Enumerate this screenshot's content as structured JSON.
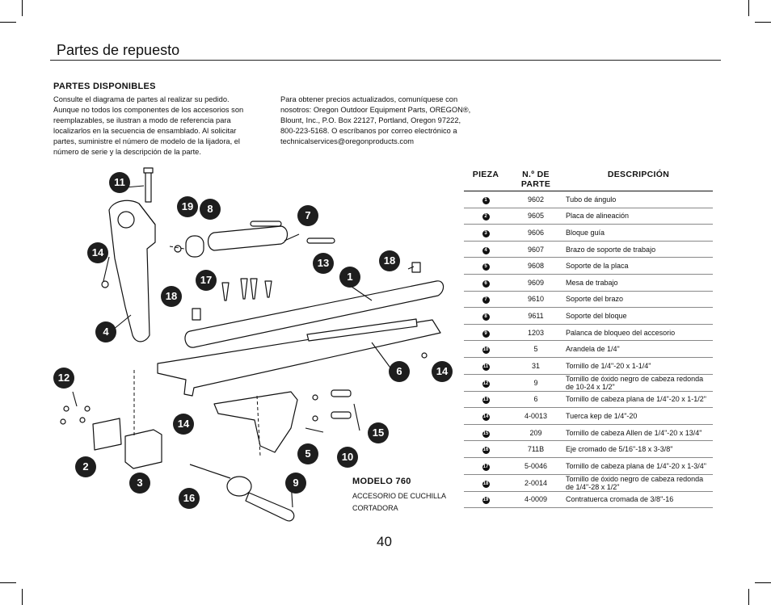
{
  "page_title": "Partes de repuesto",
  "section_heading": "PARTES DISPONIBLES",
  "intro_left": "Consulte el diagrama de partes al realizar su pedido. Aunque no todos los componentes de los accesorios son reemplazables, se ilustran a modo de referencia para localizarlos en la secuencia de ensamblado. Al solicitar partes, suministre el número de modelo de la lijadora, el número de serie y la descripción de la parte.",
  "intro_right": "Para obtener precios actualizados, comuníquese con nosotros: Oregon Outdoor Equipment Parts, OREGON®, Blount, Inc., P.O. Box 22127, Portland, Oregon 97222, 800-223-5168. O escríbanos por correo electrónico a technicalservices@oregonproducts.com",
  "table": {
    "headers": [
      "PIEZA",
      "N.º DE PARTE",
      "DESCRIPCIÓN"
    ],
    "rows": [
      {
        "pieza": "1",
        "parte": "9602",
        "desc": "Tubo de ángulo"
      },
      {
        "pieza": "2",
        "parte": "9605",
        "desc": "Placa de alineación"
      },
      {
        "pieza": "3",
        "parte": "9606",
        "desc": "Bloque guía"
      },
      {
        "pieza": "4",
        "parte": "9607",
        "desc": "Brazo de soporte de trabajo"
      },
      {
        "pieza": "5",
        "parte": "9608",
        "desc": "Soporte de la placa"
      },
      {
        "pieza": "6",
        "parte": "9609",
        "desc": "Mesa de trabajo"
      },
      {
        "pieza": "7",
        "parte": "9610",
        "desc": "Soporte del brazo"
      },
      {
        "pieza": "8",
        "parte": "9611",
        "desc": "Soporte del bloque"
      },
      {
        "pieza": "9",
        "parte": "1203",
        "desc": "Palanca de bloqueo del accesorio"
      },
      {
        "pieza": "10",
        "parte": "5",
        "desc": "Arandela de 1/4\""
      },
      {
        "pieza": "11",
        "parte": "31",
        "desc": "Tornillo de 1/4\"-20 x 1-1/4\""
      },
      {
        "pieza": "12",
        "parte": "9",
        "desc": "Tornillo de óxido negro de cabeza redonda de 10-24 x 1/2\""
      },
      {
        "pieza": "13",
        "parte": "6",
        "desc": "Tornillo de cabeza plana de 1/4\"-20 x 1-1/2\""
      },
      {
        "pieza": "14",
        "parte": "4-0013",
        "desc": "Tuerca kep de 1/4\"-20"
      },
      {
        "pieza": "15",
        "parte": "209",
        "desc": "Tornillo de cabeza Allen de 1/4\"-20 x 13/4\""
      },
      {
        "pieza": "16",
        "parte": "711B",
        "desc": "Eje cromado de 5/16\"-18 x 3-3/8\""
      },
      {
        "pieza": "17",
        "parte": "5-0046",
        "desc": "Tornillo de cabeza plana de 1/4\"-20 x 1-3/4\""
      },
      {
        "pieza": "18",
        "parte": "2-0014",
        "desc": "Tornillo de óxido negro de cabeza redonda de 1/4\"-28 x 1/2\""
      },
      {
        "pieza": "19",
        "parte": "4-0009",
        "desc": "Contratuerca cromada de 3/8\"-16"
      }
    ]
  },
  "diagram_labels": [
    "11",
    "19",
    "8",
    "7",
    "14",
    "13",
    "1",
    "18",
    "17",
    "18",
    "4",
    "6",
    "14",
    "12",
    "14",
    "15",
    "5",
    "10",
    "2",
    "3",
    "16",
    "9"
  ],
  "model_title": "MODELO 760",
  "model_subtitle": "ACCESORIO DE CUCHILLA CORTADORA",
  "page_number": "40"
}
